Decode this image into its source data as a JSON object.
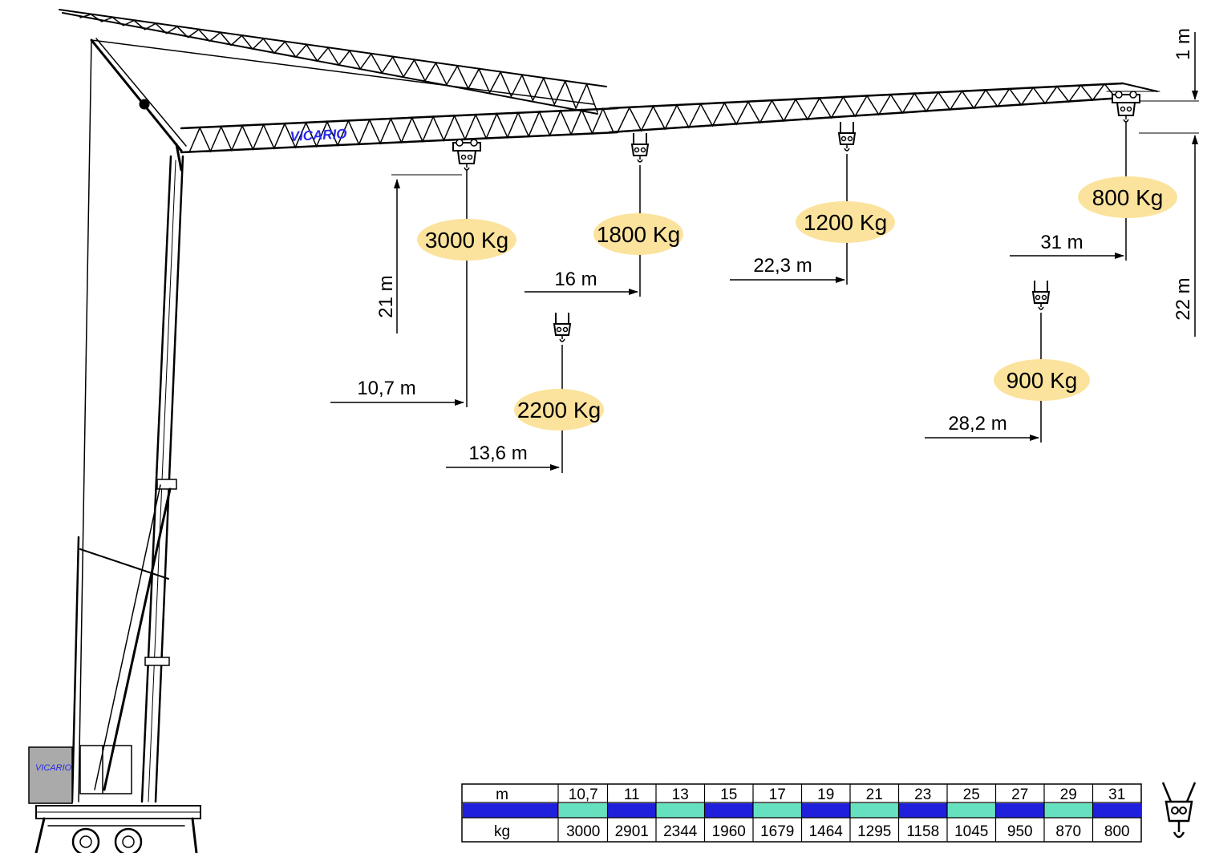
{
  "brand": {
    "boom_text": "VICARIO",
    "cab_text": "VICARIO",
    "text_color": "#2a2ae6"
  },
  "colors": {
    "load_fill": "#fbe39d",
    "row_blue": "#1f1fdc",
    "row_teal": "#66e1bf",
    "line": "#000000"
  },
  "icons": {
    "hook": "hook-block-icon",
    "trolley": "trolley-icon"
  },
  "loads": [
    {
      "label": "3000 Kg",
      "distance": "10,7 m"
    },
    {
      "label": "2200 Kg",
      "distance": "13,6 m"
    },
    {
      "label": "1800 Kg",
      "distance": "16 m"
    },
    {
      "label": "1200 Kg",
      "distance": "22,3 m"
    },
    {
      "label": "900 Kg",
      "distance": "28,2 m"
    },
    {
      "label": "800 Kg",
      "distance": "31 m"
    }
  ],
  "dimensions": {
    "height_under_hook": "21 m",
    "tip_offset": "1 m",
    "tip_height": "22 m"
  },
  "table": {
    "row_m_label": "m",
    "row_kg_label": "kg",
    "m_values": [
      "10,7",
      "11",
      "13",
      "15",
      "17",
      "19",
      "21",
      "23",
      "25",
      "27",
      "29",
      "31"
    ],
    "kg_values": [
      "3000",
      "2901",
      "2344",
      "1960",
      "1679",
      "1464",
      "1295",
      "1158",
      "1045",
      "950",
      "870",
      "800"
    ]
  }
}
